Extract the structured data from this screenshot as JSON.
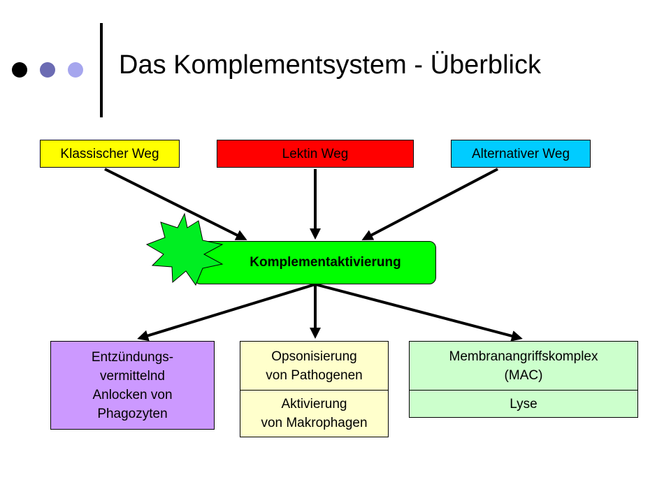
{
  "title": "Das Komplementsystem - Überblick",
  "colors": {
    "dot1": "#000000",
    "dot2": "#6b6bb3",
    "dot3": "#a6a6ee",
    "klassisch": "#ffff00",
    "lektin": "#ff0000",
    "alternativ": "#00ccff",
    "center": "#00ff00",
    "burst": "#00ee22",
    "entzuendung": "#cc99ff",
    "opson": "#ffffcc",
    "mac": "#ccffcc"
  },
  "pathways": {
    "klassisch": "Klassischer Weg",
    "lektin": "Lektin Weg",
    "alternativ": "Alternativer Weg"
  },
  "center": "Komplementaktivierung",
  "outcomes": {
    "entzuendung": "Entzündungs-\nvermittelnd\nAnlocken von\nPhagozyten",
    "opsonisierung": "Opsonisierung\nvon Pathogenen",
    "aktivierung": "Aktivierung\nvon Makrophagen",
    "mac": "Membranangriffskomplex\n(MAC)",
    "lyse": "Lyse"
  }
}
